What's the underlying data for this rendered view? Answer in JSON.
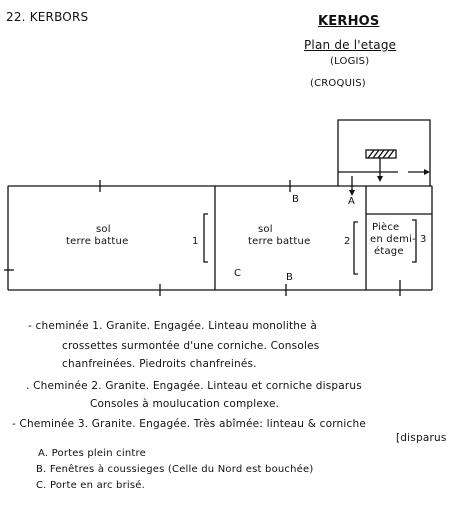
{
  "header": {
    "ref": "22. KERBORS",
    "site": "KERHOS",
    "plan_title": "Plan de l'etage",
    "subtitle": "(LOGIS)",
    "type": "(CROQUIS)"
  },
  "plan": {
    "room_left": {
      "l1": "sol",
      "l2": "terre battue"
    },
    "room_mid": {
      "l1": "sol",
      "l2": "terre battue"
    },
    "room_right": {
      "l1": "Pièce",
      "l2": "en demi-",
      "l3": "étage"
    },
    "marks": {
      "a": "A",
      "b_top": "B",
      "b_bottom": "B",
      "c": "C",
      "n1": "1",
      "n2": "2",
      "n3": "3"
    }
  },
  "notes": {
    "c1_line1": "- cheminée 1. Granite. Engagée. Linteau monolithe à",
    "c1_line2": "crossettes surmontée d'une corniche. Consoles",
    "c1_line3": "chanfreinées. Piedroits chanfreinés.",
    "c2_line1": ". Cheminée 2. Granite. Engagée. Linteau et corniche disparus",
    "c2_line2": "Consoles à moulucation complexe.",
    "c3_line1": "- Cheminée 3. Granite. Engagée. Très abîmée: linteau & corniche",
    "c3_line2": "[disparus",
    "legend_a": "A. Portes plein cintre",
    "legend_b": "B. Fenêtres à coussieges (Celle du Nord est bouchée)",
    "legend_c": "C. Porte en arc brisé."
  }
}
